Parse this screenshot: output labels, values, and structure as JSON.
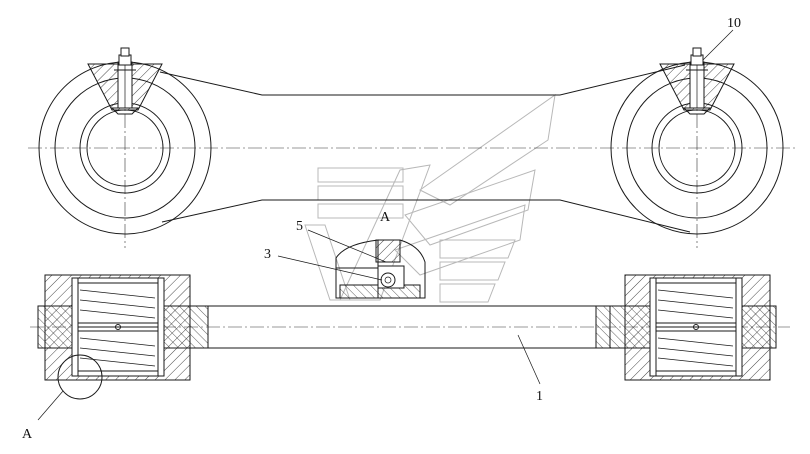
{
  "labels": {
    "part_10": "10",
    "part_5": "5",
    "section_a_top": "A",
    "part_3": "3",
    "part_1": "1",
    "detail_a": "A"
  },
  "colors": {
    "line": "#1a1a1a",
    "background": "#ffffff",
    "watermark": "#b8b8b8"
  }
}
